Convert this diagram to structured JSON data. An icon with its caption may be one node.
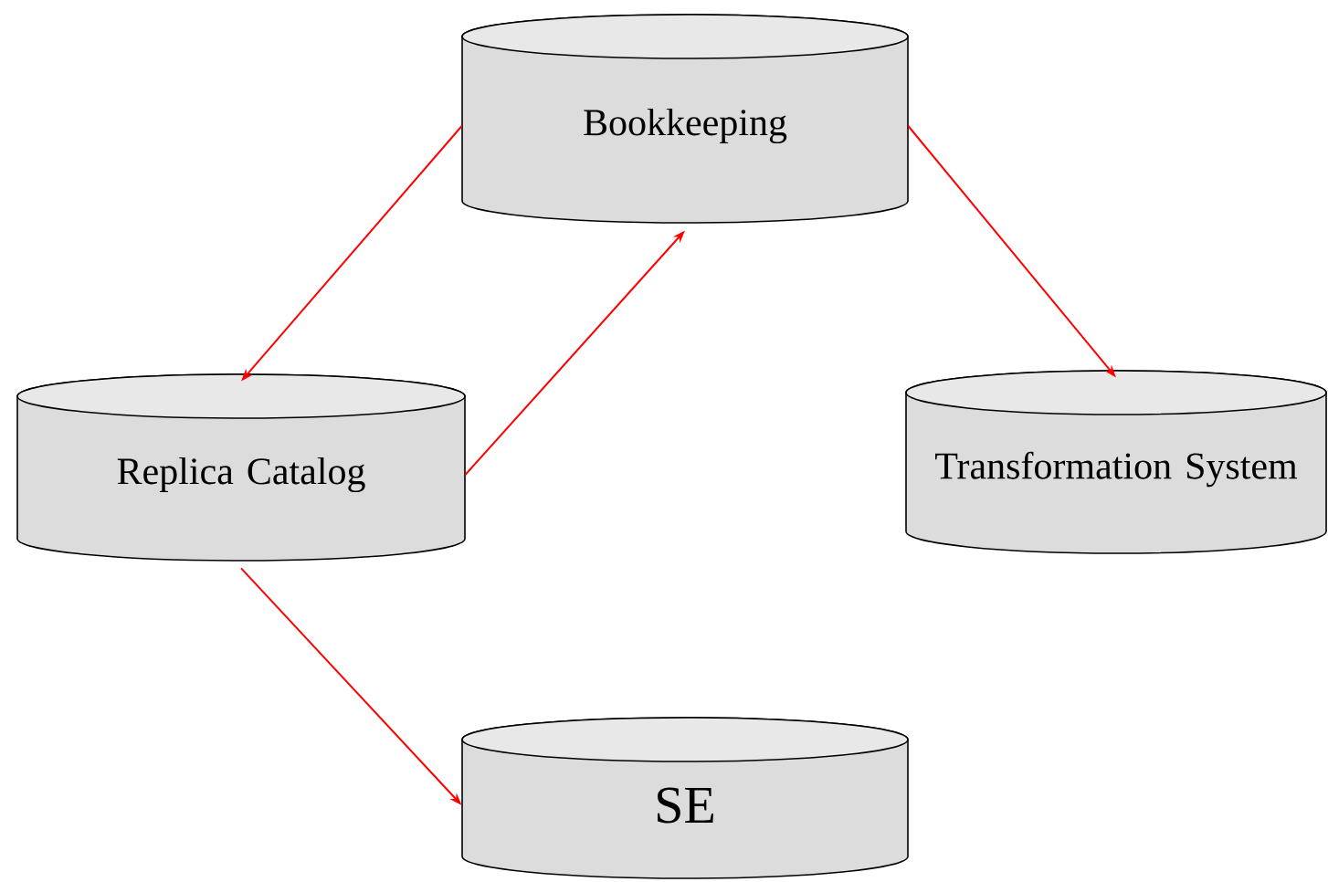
{
  "diagram": {
    "nodes": [
      {
        "text": [
          "Bookkeeping"
        ]
      },
      {
        "text": [
          "Replica Catalog"
        ]
      },
      {
        "text": [
          "Transformation System"
        ]
      },
      {
        "text": [
          "SE"
        ]
      }
    ],
    "edges": [
      {
        "from": 0,
        "to": 1,
        "arrow": "to"
      },
      {
        "from": 1,
        "to": 0,
        "arrow": "to"
      },
      {
        "from": 0,
        "to": 2,
        "arrow": "to"
      },
      {
        "from": 1,
        "to": 3,
        "arrow": "to"
      }
    ]
  }
}
